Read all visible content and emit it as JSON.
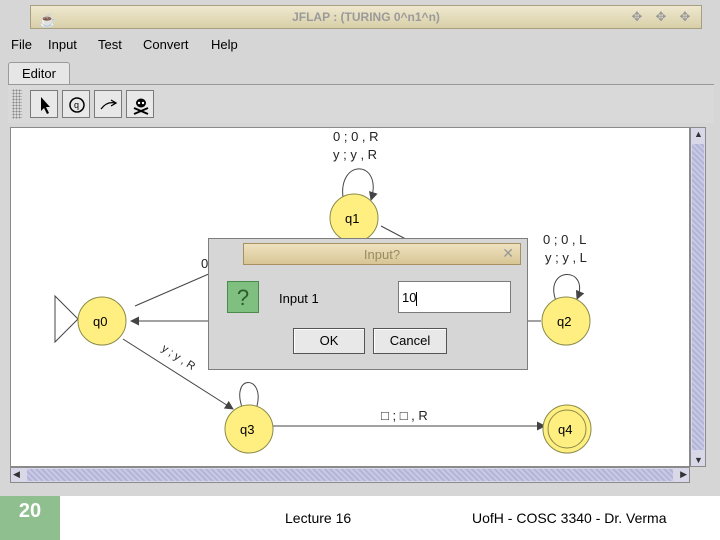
{
  "window": {
    "title": "JFLAP : (TURING 0^n1^n)"
  },
  "menu": [
    "File",
    "Input",
    "Test",
    "Convert",
    "Help"
  ],
  "tab": "Editor",
  "toolbar": {
    "tools": [
      {
        "name": "attribute-editor",
        "icon": "arrow-pointer-icon"
      },
      {
        "name": "state-creator",
        "icon": "state-circle-icon"
      },
      {
        "name": "transition-creator",
        "icon": "transition-arrow-icon"
      },
      {
        "name": "deleter",
        "icon": "skull-crossbones-icon"
      }
    ]
  },
  "automaton": {
    "states": [
      {
        "id": "q0",
        "initial": true,
        "final": false
      },
      {
        "id": "q1",
        "initial": false,
        "final": false
      },
      {
        "id": "q2",
        "initial": false,
        "final": false
      },
      {
        "id": "q3",
        "initial": false,
        "final": false
      },
      {
        "id": "q4",
        "initial": false,
        "final": true
      }
    ],
    "transitions": {
      "q1_loop_line1": "0 ; 0 , R",
      "q1_loop_line2": "y ; y , R",
      "q2_loop_line1": "0 ; 0 , L",
      "q2_loop_line2": "y ; y , L",
      "q0_q1_partial": "0",
      "q0_q3": "y ; y , R",
      "q3_q4": "□ ; □ , R"
    }
  },
  "dialog": {
    "title": "Input?",
    "label": "Input 1",
    "value": "10",
    "ok": "OK",
    "cancel": "Cancel"
  },
  "footer": {
    "slide_number": "20",
    "lecture": "Lecture 16",
    "course": "UofH - COSC 3340 - Dr. Verma"
  },
  "colors": {
    "state_fill": "#ffef80",
    "state_stroke": "#8a8a4a",
    "slide_badge": "#8fbf8f"
  }
}
